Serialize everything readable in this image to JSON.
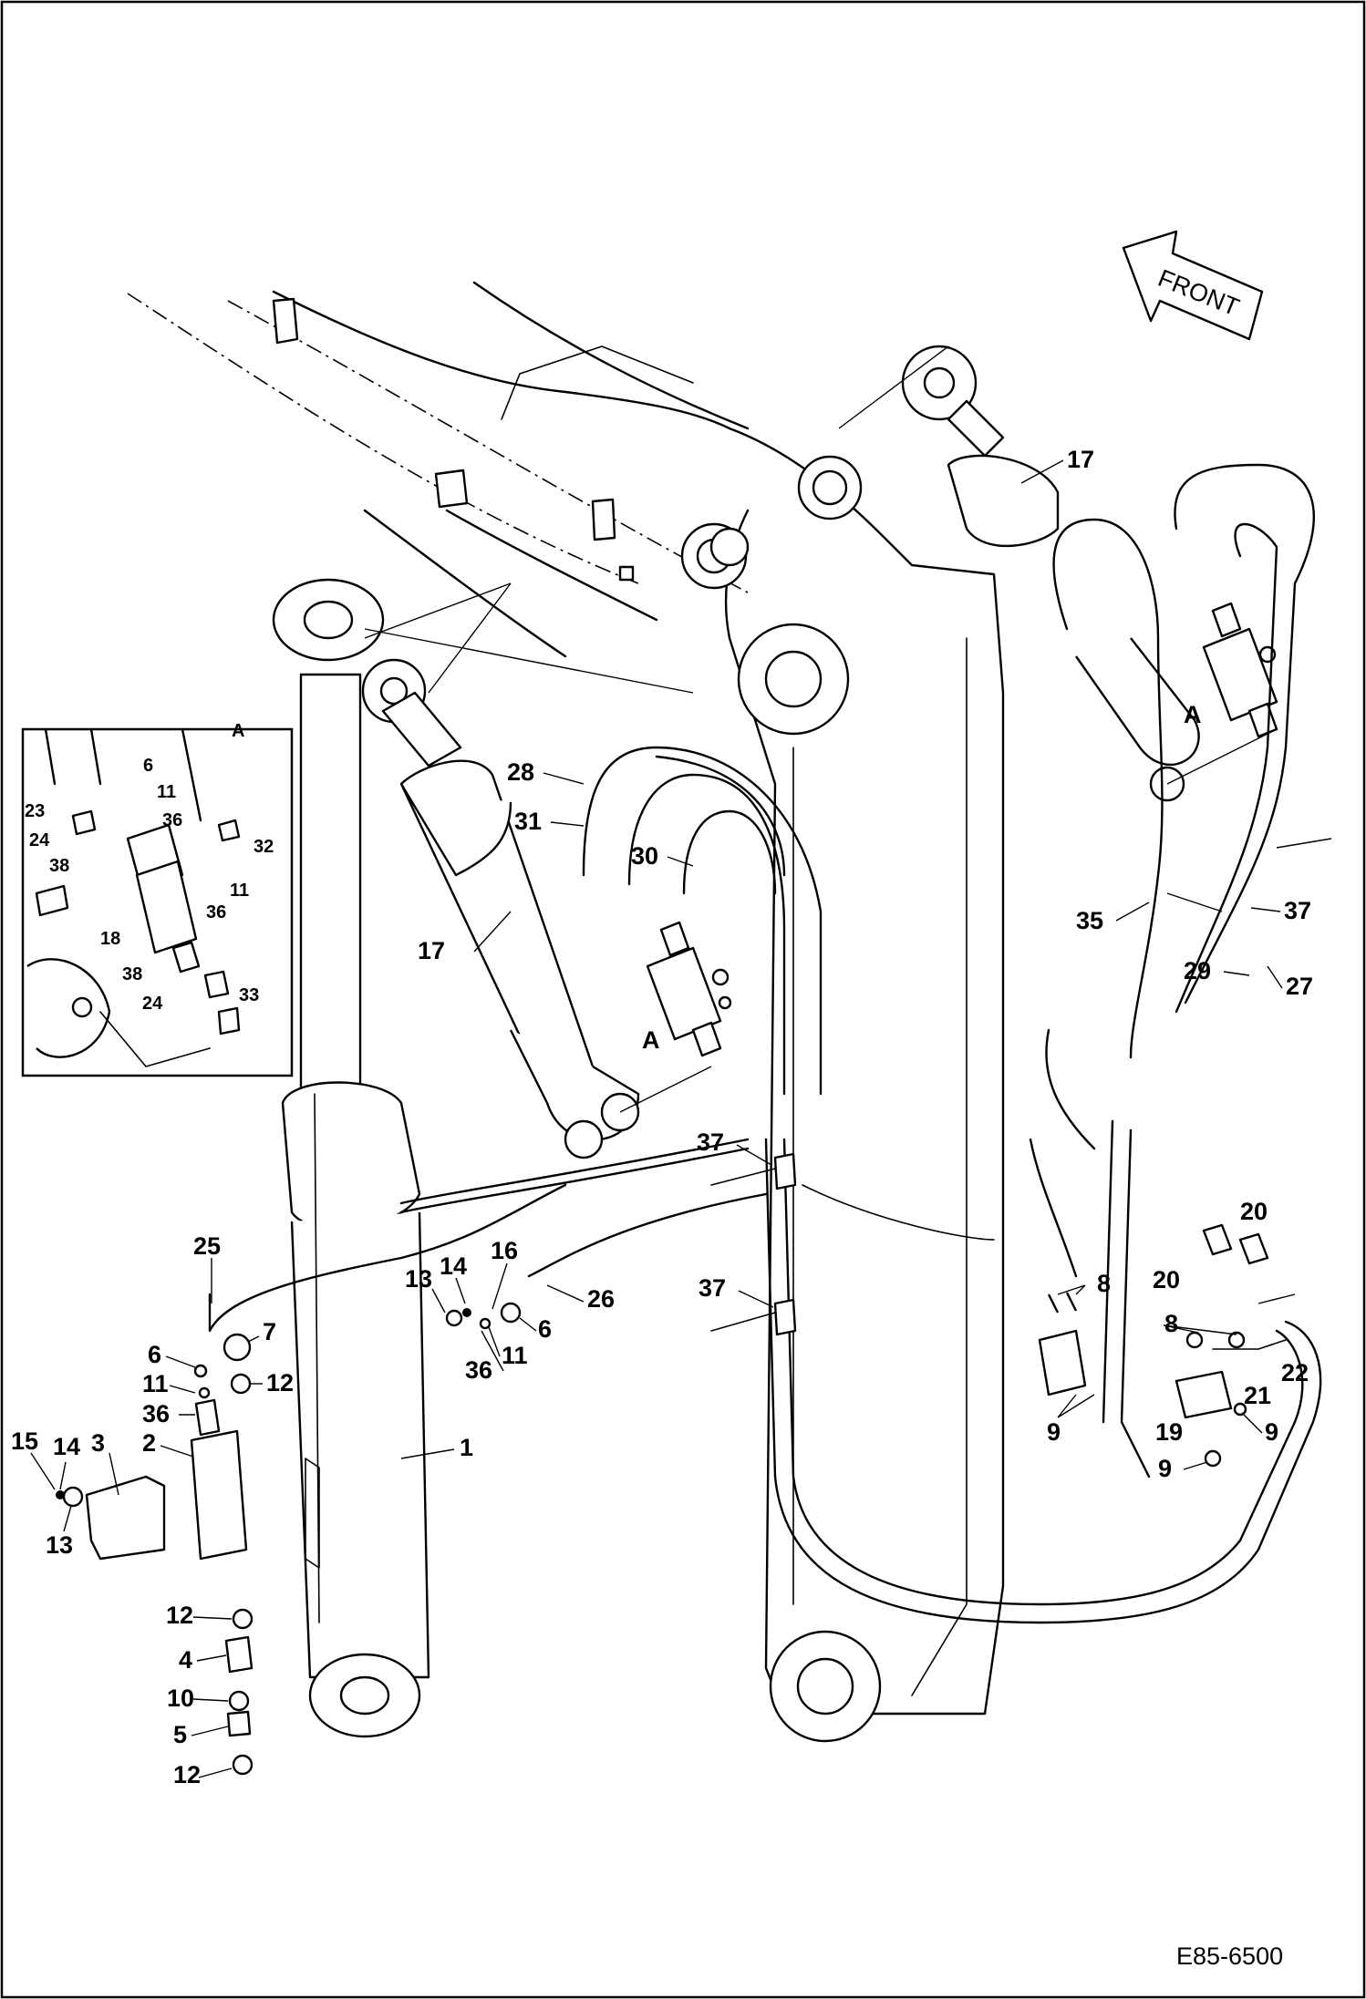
{
  "drawing": {
    "code": "E85-6500",
    "front_label": "FRONT",
    "detail_label": "A"
  },
  "callouts": [
    {
      "id": "c1",
      "text": "1"
    },
    {
      "id": "c2",
      "text": "2"
    },
    {
      "id": "c3",
      "text": "3"
    },
    {
      "id": "c4",
      "text": "4"
    },
    {
      "id": "c5",
      "text": "5"
    },
    {
      "id": "c6a",
      "text": "6"
    },
    {
      "id": "c6b",
      "text": "6"
    },
    {
      "id": "c6c",
      "text": "6"
    },
    {
      "id": "c7",
      "text": "7"
    },
    {
      "id": "c8a",
      "text": "8"
    },
    {
      "id": "c8b",
      "text": "8"
    },
    {
      "id": "c9a",
      "text": "9"
    },
    {
      "id": "c9b",
      "text": "9"
    },
    {
      "id": "c9c",
      "text": "9"
    },
    {
      "id": "c10",
      "text": "10"
    },
    {
      "id": "c11a",
      "text": "11"
    },
    {
      "id": "c11b",
      "text": "11"
    },
    {
      "id": "c11c",
      "text": "11"
    },
    {
      "id": "c11d",
      "text": "11"
    },
    {
      "id": "c12a",
      "text": "12"
    },
    {
      "id": "c12b",
      "text": "12"
    },
    {
      "id": "c12c",
      "text": "12"
    },
    {
      "id": "c13a",
      "text": "13"
    },
    {
      "id": "c13b",
      "text": "13"
    },
    {
      "id": "c14a",
      "text": "14"
    },
    {
      "id": "c14b",
      "text": "14"
    },
    {
      "id": "c15",
      "text": "15"
    },
    {
      "id": "c16",
      "text": "16"
    },
    {
      "id": "c17a",
      "text": "17"
    },
    {
      "id": "c17b",
      "text": "17"
    },
    {
      "id": "c18",
      "text": "18"
    },
    {
      "id": "c19",
      "text": "19"
    },
    {
      "id": "c20a",
      "text": "20"
    },
    {
      "id": "c20b",
      "text": "20"
    },
    {
      "id": "c21",
      "text": "21"
    },
    {
      "id": "c22",
      "text": "22"
    },
    {
      "id": "c23",
      "text": "23"
    },
    {
      "id": "c24a",
      "text": "24"
    },
    {
      "id": "c24b",
      "text": "24"
    },
    {
      "id": "c25",
      "text": "25"
    },
    {
      "id": "c26",
      "text": "26"
    },
    {
      "id": "c27",
      "text": "27"
    },
    {
      "id": "c28",
      "text": "28"
    },
    {
      "id": "c29",
      "text": "29"
    },
    {
      "id": "c30",
      "text": "30"
    },
    {
      "id": "c31",
      "text": "31"
    },
    {
      "id": "c32",
      "text": "32"
    },
    {
      "id": "c33",
      "text": "33"
    },
    {
      "id": "c35",
      "text": "35"
    },
    {
      "id": "c36a",
      "text": "36"
    },
    {
      "id": "c36b",
      "text": "36"
    },
    {
      "id": "c36c",
      "text": "36"
    },
    {
      "id": "c36d",
      "text": "36"
    },
    {
      "id": "c37a",
      "text": "37"
    },
    {
      "id": "c37b",
      "text": "37"
    },
    {
      "id": "c37c",
      "text": "37"
    },
    {
      "id": "c38a",
      "text": "38"
    },
    {
      "id": "c38b",
      "text": "38"
    },
    {
      "id": "cAa",
      "text": "A"
    },
    {
      "id": "cAb",
      "text": "A"
    }
  ]
}
